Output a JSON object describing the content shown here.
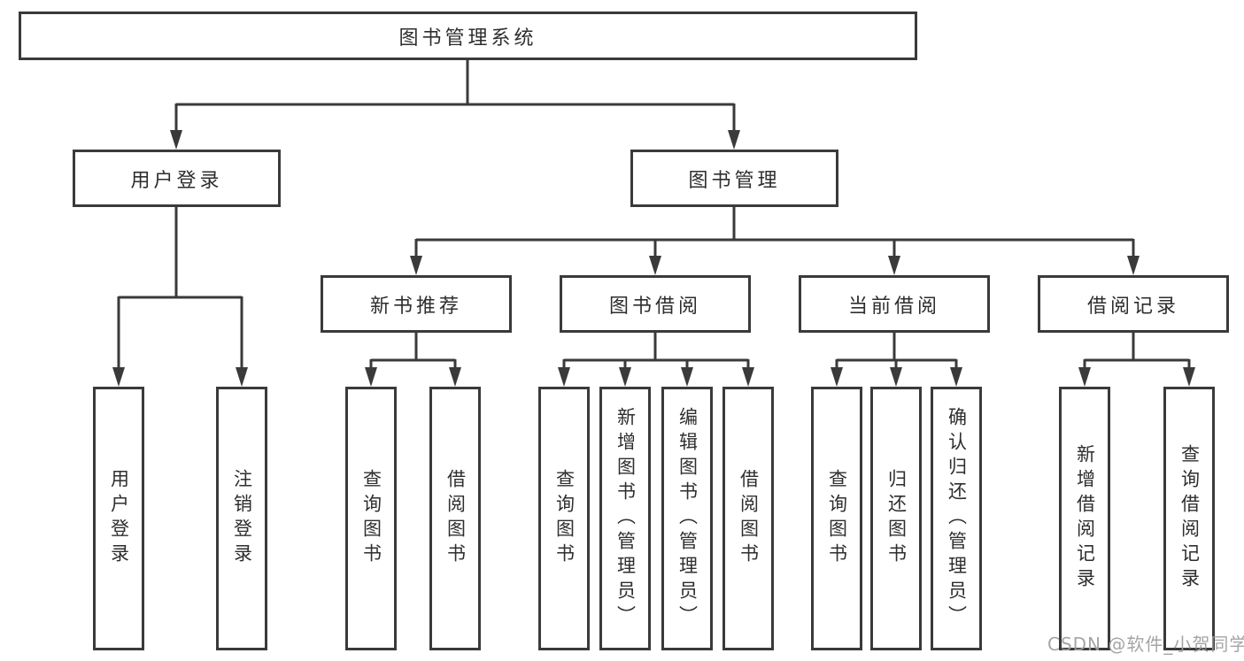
{
  "diagram": {
    "root": {
      "label": "图书管理系统",
      "children": [
        {
          "label": "用户登录",
          "children": [
            {
              "label": "用户登录"
            },
            {
              "label": "注销登录"
            }
          ]
        },
        {
          "label": "图书管理",
          "children": [
            {
              "label": "新书推荐",
              "children": [
                {
                  "label": "查询图书"
                },
                {
                  "label": "借阅图书"
                }
              ]
            },
            {
              "label": "图书借阅",
              "children": [
                {
                  "label": "查询图书"
                },
                {
                  "label": "新增图书（管理员）"
                },
                {
                  "label": "编辑图书（管理员）"
                },
                {
                  "label": "借阅图书"
                }
              ]
            },
            {
              "label": "当前借阅",
              "children": [
                {
                  "label": "查询图书"
                },
                {
                  "label": "归还图书"
                },
                {
                  "label": "确认归还（管理员）"
                }
              ]
            },
            {
              "label": "借阅记录",
              "children": [
                {
                  "label": "新增借阅记录"
                },
                {
                  "label": "查询借阅记录"
                }
              ]
            }
          ]
        }
      ]
    }
  },
  "watermark": {
    "text": "CSDN @软件_小贺同学"
  },
  "colors": {
    "line": "#3a3a3a",
    "node_border": "#3a3a3a",
    "node_text": "#2e2e2e",
    "watermark_text": "#9e9e9e",
    "background": "#ffffff"
  }
}
